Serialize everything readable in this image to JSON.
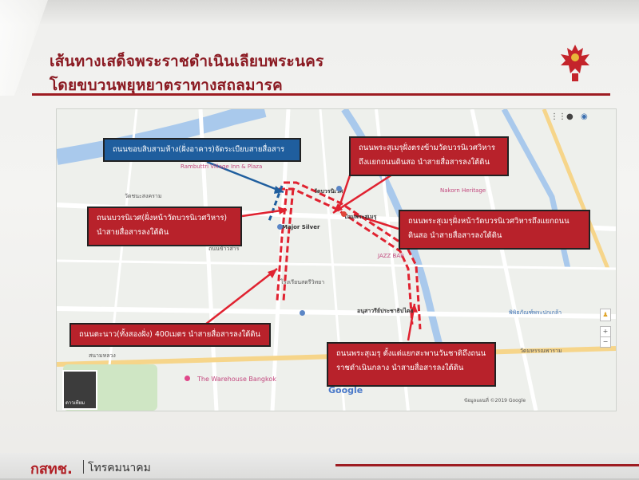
{
  "slide": {
    "title_line1": "เส้นทางเสด็จพระราชดำเนินเลียบพระนคร",
    "title_line2": "โดยขบวนพยุหยาตราทางสถลมารค"
  },
  "colors": {
    "accent_red": "#b8222b",
    "accent_blue": "#1f5e9e",
    "title_red": "#8b1a22",
    "route_red": "#e02230",
    "route_blue": "#1f5e9e"
  },
  "callouts": {
    "blue_top": "ถนนขอบสิบสามห้าง(ฝั่งอาคาร)จัดระเบียบสายสื่อสาร",
    "right_top": "ถนนพระสุเมรุฝั่งตรงข้ามวัดบวรนิเวศวิหารถึงแยกถนนดินสอ นำสายสื่อสารลงใต้ดิน",
    "left_mid": "ถนนบวรนิเวศ(ฝั่งหน้าวัดบวรนิเวศวิหาร) นำสายสื่อสารลงใต้ดิน",
    "right_mid": "ถนนพระสุเมรุฝั่งหน้าวัดบวรนิเวศวิหารถึงแยกถนนดินสอ นำสายสื่อสารลงใต้ดิน",
    "left_bottom": "ถนนตะนาว(ทั้งสองฝั่ง) 400เมตร นำสายสื่อสารลงใต้ดิน",
    "right_bottom": "ถนนพระสุเมรุ ตั้งแต่แยกสะพานวันชาติถึงถนนราชดำเนินกลาง นำสายสื่อสารลงใต้ดิน"
  },
  "map": {
    "labels": {
      "rambuttri": "Rambuttri Village Inn & Plaza",
      "wat_chana": "วัดชนะสงคราม",
      "wat_bowon": "วัดบวรนิเวศ",
      "pom": "ป้อมพระสุเมรุ",
      "major_silver": "Major Silver",
      "khaosan": "ถนนข้าวสาร",
      "nakorn_heritage": "Nakorn Heritage",
      "warehouse": "The Warehouse Bangkok",
      "sanam_luang": "สนามหลวง",
      "democracy": "อนุสาวรีย์ประชาธิปไตย",
      "school": "โรงเรียนสตรีวิทยา",
      "jazz_bar": "JAZZ BAR",
      "wat_mahan": "วัดมหรรณพาราม",
      "king_prajadhipok": "พิพิธภัณฑ์พระปกเกล้า",
      "google": "Google",
      "thumb_label": "ดาวเทียม",
      "map_data": "ข้อมูลแผนที่ ©2019 Google"
    }
  },
  "footer": {
    "org_logo": "กสทช.",
    "org_name": "โทรคมนาคม"
  },
  "icons": [
    "garuda-emblem",
    "google-apps-icon",
    "google-account-icon",
    "zoom-in-icon",
    "zoom-out-icon",
    "pegman-icon"
  ]
}
